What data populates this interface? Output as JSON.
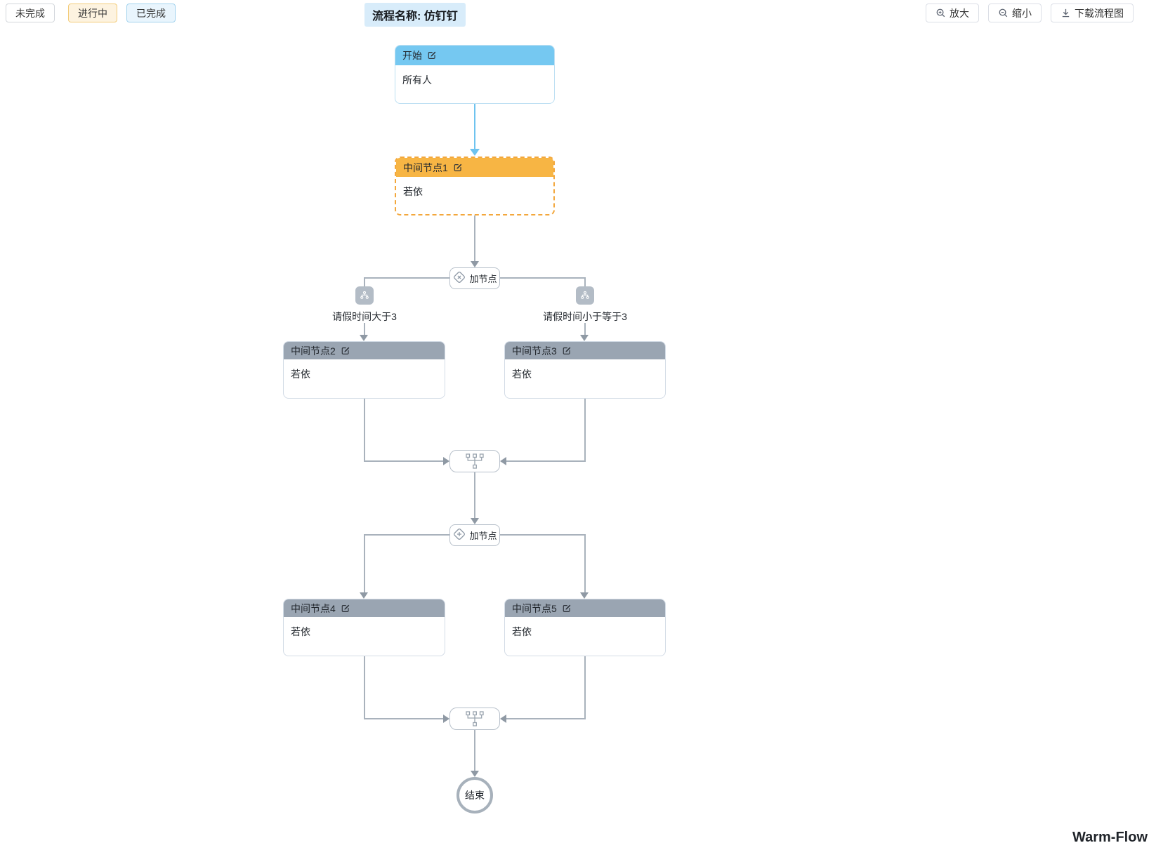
{
  "toolbar": {
    "legend": [
      {
        "id": "pending",
        "label": "未完成"
      },
      {
        "id": "active",
        "label": "进行中"
      },
      {
        "id": "done",
        "label": "已完成"
      }
    ],
    "title": "流程名称: 仿钉钉",
    "zoom_in": "放大",
    "zoom_out": "缩小",
    "download": "下载流程图"
  },
  "flow": {
    "start": {
      "title": "开始",
      "body": "所有人"
    },
    "node1": {
      "title": "中间节点1",
      "body": "若依"
    },
    "gateway_exclusive": {
      "label": "加节点",
      "icon": "diamond-x-icon"
    },
    "branch_left": {
      "condition": "请假时间大于3",
      "icon": "hierarchy-icon"
    },
    "branch_right": {
      "condition": "请假时间小于等于3",
      "icon": "hierarchy-icon"
    },
    "node2": {
      "title": "中间节点2",
      "body": "若依"
    },
    "node3": {
      "title": "中间节点3",
      "body": "若依"
    },
    "merge1": {
      "icon": "merge-icon"
    },
    "gateway_parallel": {
      "label": "加节点",
      "icon": "diamond-plus-icon"
    },
    "node4": {
      "title": "中间节点4",
      "body": "若依"
    },
    "node5": {
      "title": "中间节点5",
      "body": "若依"
    },
    "merge2": {
      "icon": "merge-icon"
    },
    "end": {
      "label": "结束"
    }
  },
  "watermark": "Warm-Flow",
  "colors": {
    "start_header": "#75c8f1",
    "start_connector": "#6ec3ef",
    "active_node_header": "#f7b544",
    "active_node_border": "#f3a73c",
    "mid_node_header": "#9aa5b2",
    "connector": "#a9b2bc",
    "legend_active_bg": "#fdf3e0",
    "legend_active_border": "#f3cc79",
    "legend_done_bg": "#e9f5fd",
    "legend_done_border": "#a3d3ee",
    "title_bg": "#d8ecfa"
  }
}
